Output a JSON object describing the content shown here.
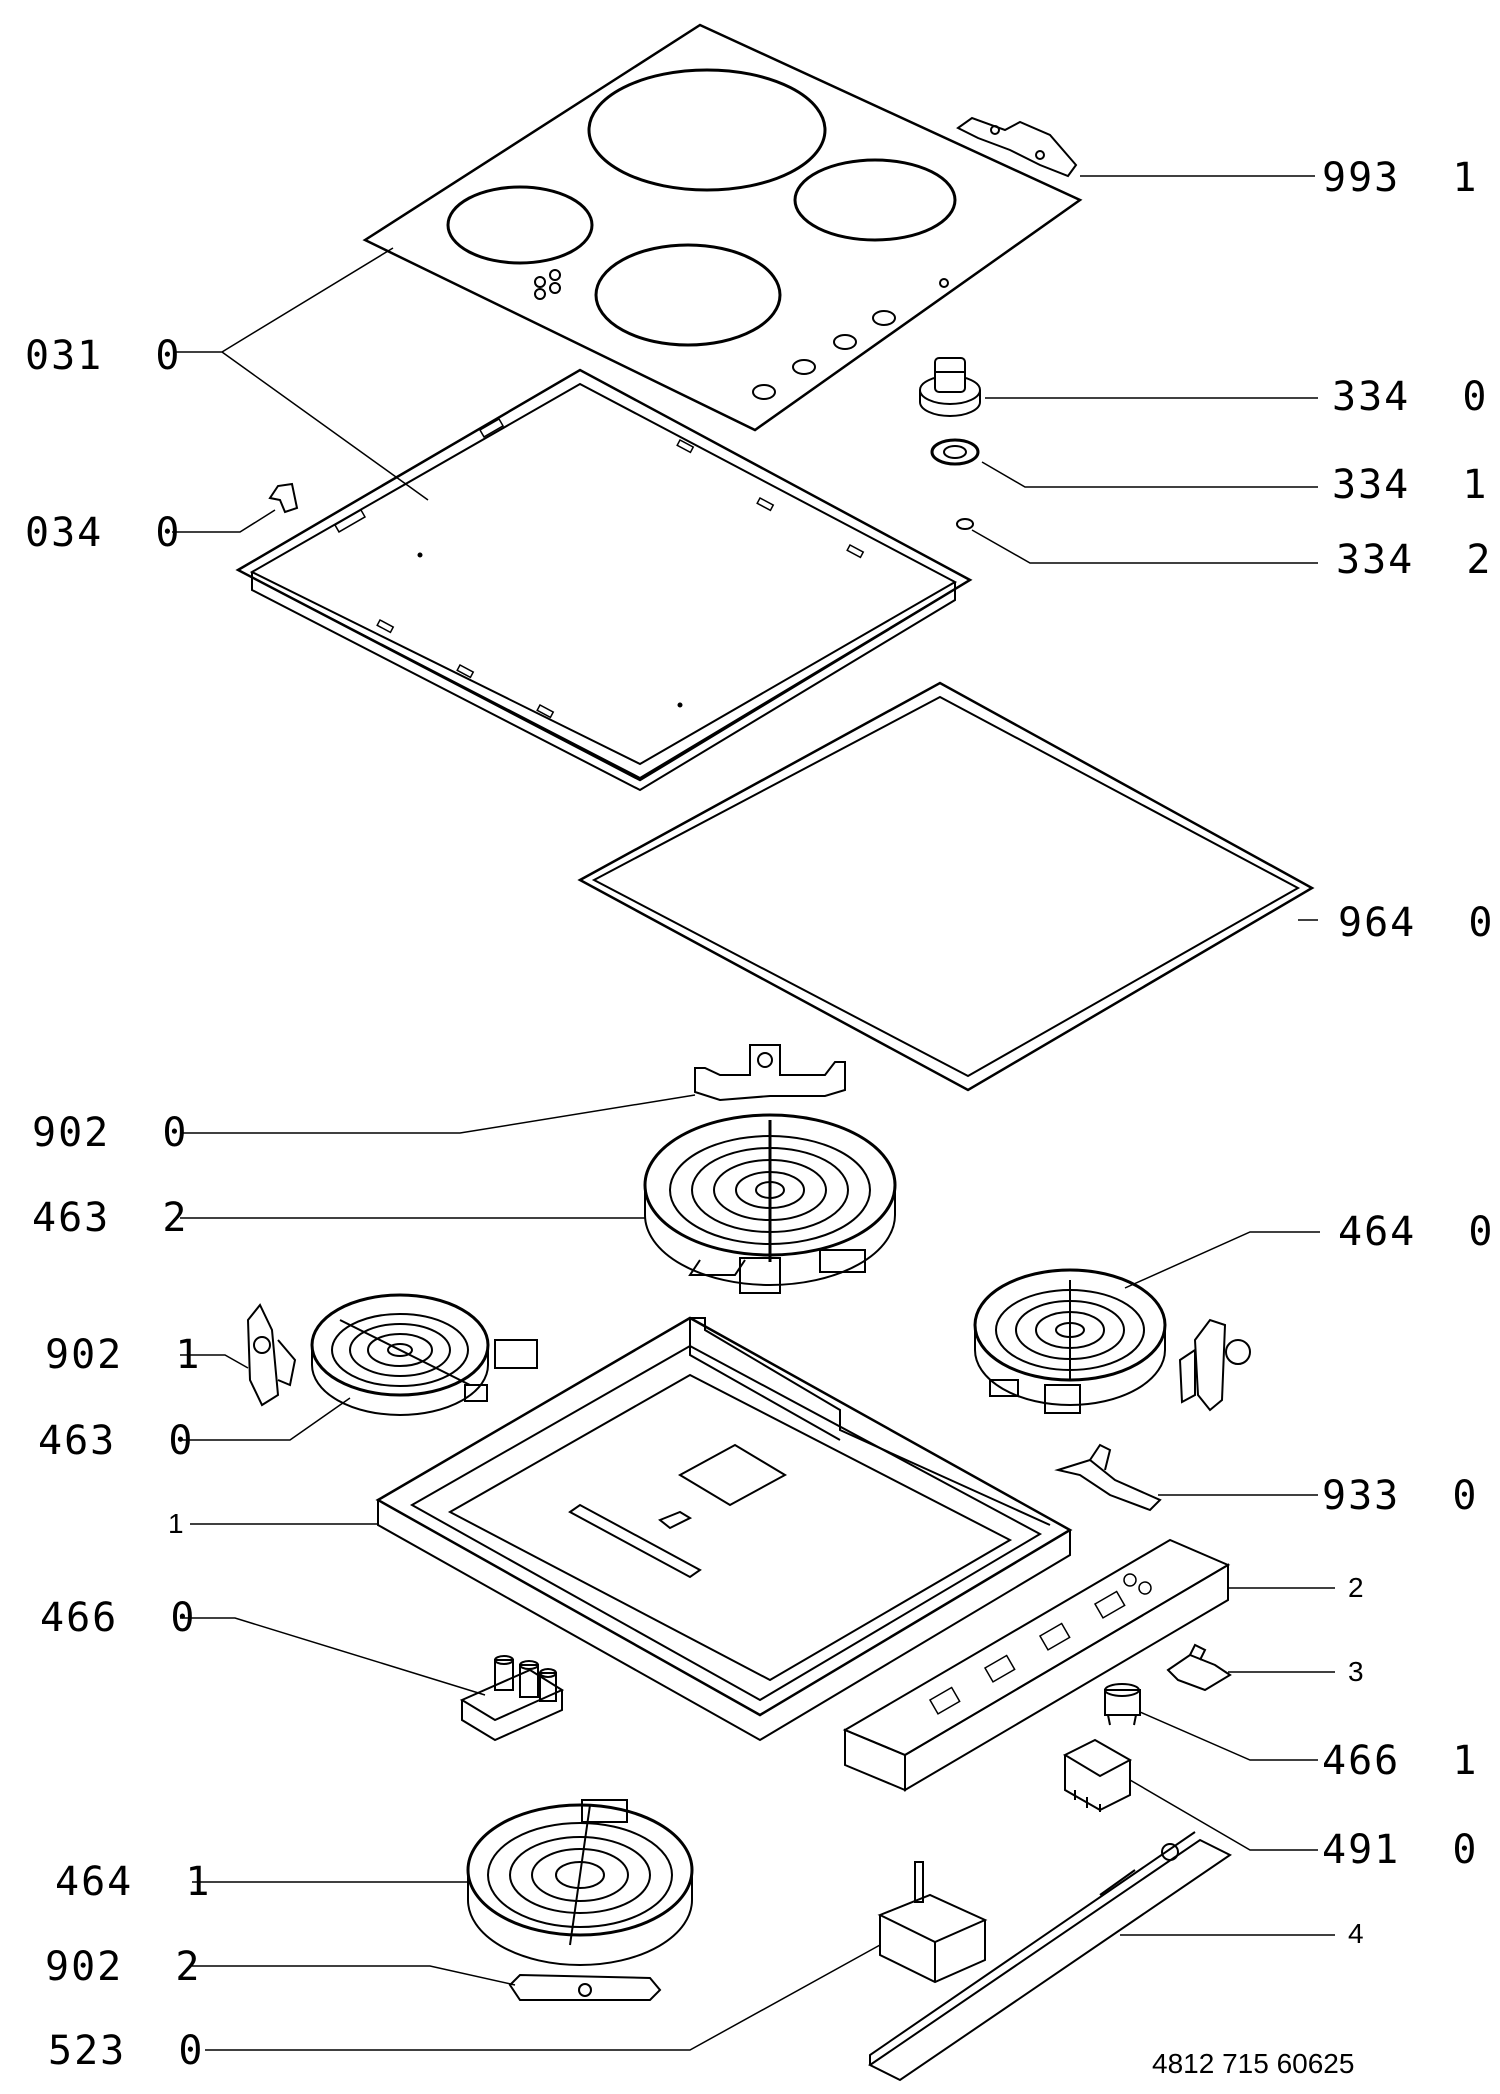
{
  "diagram": {
    "document_number": "4812 715 60625",
    "parts": [
      {
        "id": "label-993-1",
        "text": "993  1"
      },
      {
        "id": "label-031-0",
        "text": "031  0"
      },
      {
        "id": "label-334-0",
        "text": "334  0"
      },
      {
        "id": "label-334-1",
        "text": "334  1"
      },
      {
        "id": "label-034-0",
        "text": "034  0"
      },
      {
        "id": "label-334-2",
        "text": "334  2"
      },
      {
        "id": "label-964-0",
        "text": "964  0"
      },
      {
        "id": "label-902-0",
        "text": "902  0"
      },
      {
        "id": "label-463-2",
        "text": "463  2"
      },
      {
        "id": "label-464-0",
        "text": "464  0"
      },
      {
        "id": "label-902-1",
        "text": "902  1"
      },
      {
        "id": "label-463-0",
        "text": "463  0"
      },
      {
        "id": "label-933-0",
        "text": "933  0"
      },
      {
        "id": "label-1",
        "text": "1"
      },
      {
        "id": "label-2",
        "text": "2"
      },
      {
        "id": "label-466-0",
        "text": "466  0"
      },
      {
        "id": "label-3",
        "text": "3"
      },
      {
        "id": "label-466-1",
        "text": "466  1"
      },
      {
        "id": "label-491-0",
        "text": "491  0"
      },
      {
        "id": "label-464-1",
        "text": "464  1"
      },
      {
        "id": "label-4",
        "text": "4"
      },
      {
        "id": "label-902-2",
        "text": "902  2"
      },
      {
        "id": "label-523-0",
        "text": "523  0"
      }
    ]
  }
}
